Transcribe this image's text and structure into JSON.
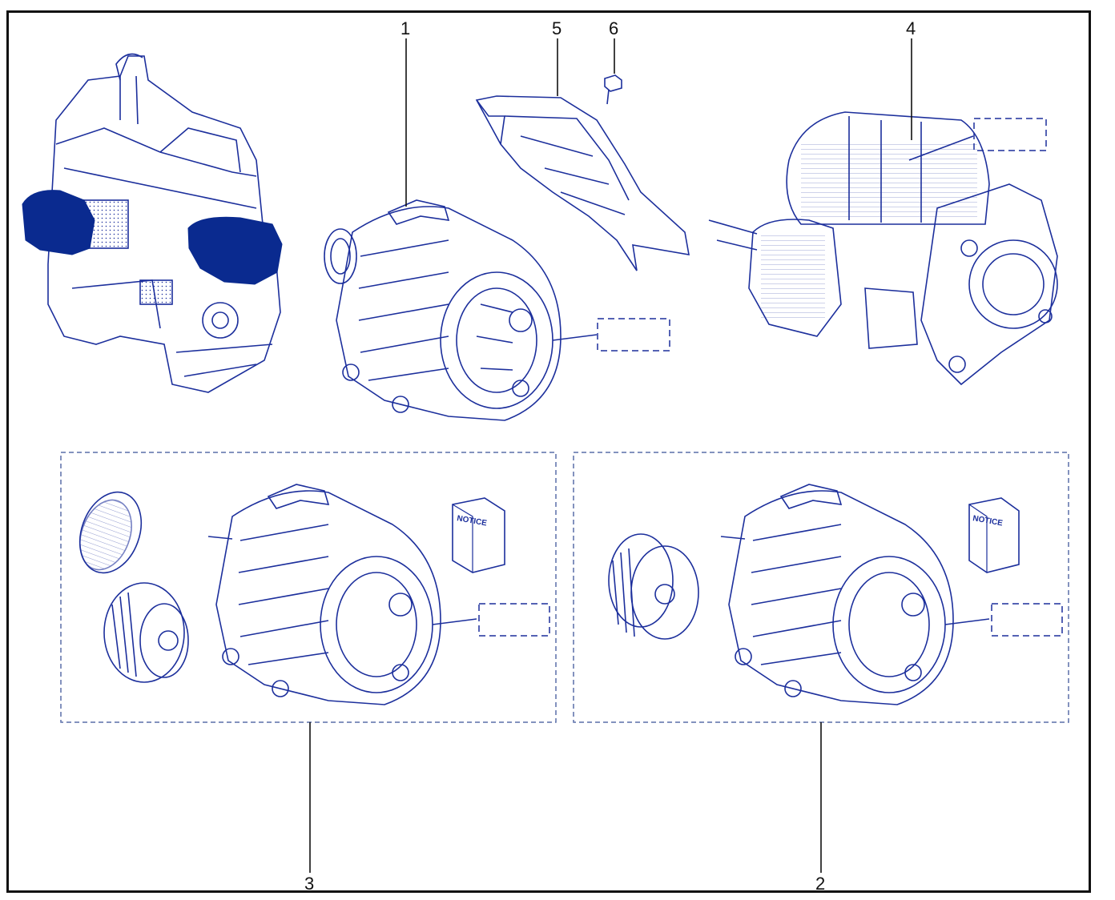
{
  "diagram": {
    "callouts": [
      {
        "id": "1",
        "label": "1"
      },
      {
        "id": "2",
        "label": "2"
      },
      {
        "id": "3",
        "label": "3"
      },
      {
        "id": "4",
        "label": "4"
      },
      {
        "id": "5",
        "label": "5"
      },
      {
        "id": "6",
        "label": "6"
      }
    ],
    "booklets": [
      {
        "label": "NOTICE"
      },
      {
        "label": "NOTICE"
      }
    ]
  },
  "colors": {
    "ink": "#1c2f9c",
    "fill_dark": "#0a2a8f",
    "frame": "#111111",
    "dashed": "#5a6fa8"
  }
}
